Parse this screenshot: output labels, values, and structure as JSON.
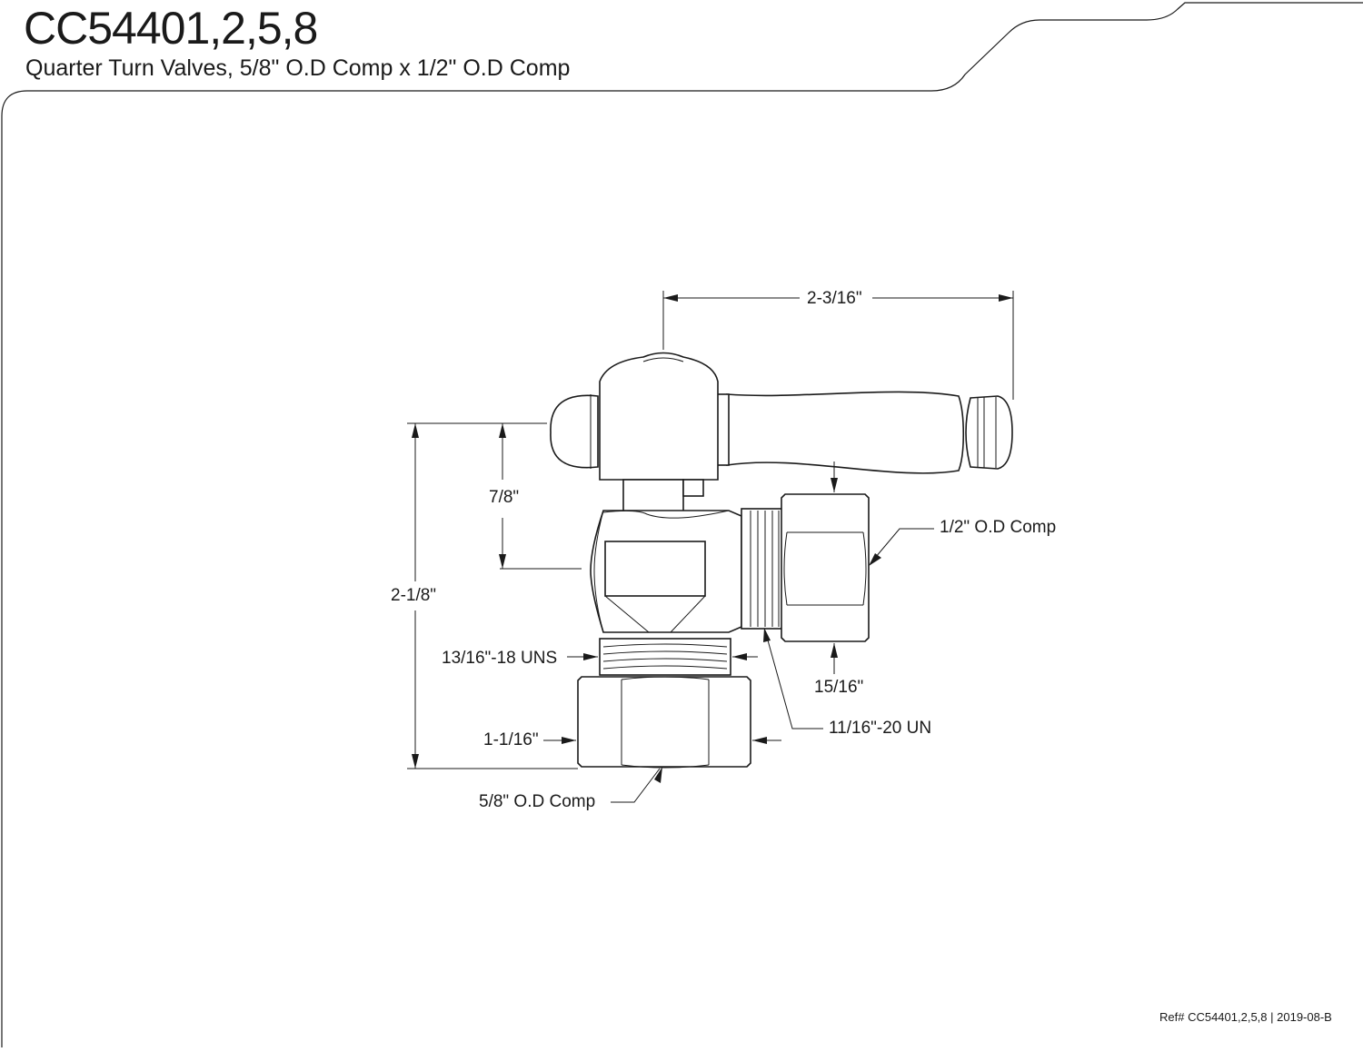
{
  "header": {
    "title": "CC54401,2,5,8",
    "subtitle": "Quarter Turn Valves, 5/8\" O.D Comp x 1/2\" O.D Comp"
  },
  "dimensions": {
    "overall_width": "2-3/16\"",
    "overall_height": "2-1/8\"",
    "handle_height": "7/8\"",
    "inlet_thread": "13/16\"-18 UNS",
    "inlet_nut_width": "1-1/16\"",
    "inlet_connection": "5/8\" O.D Comp",
    "outlet_connection": "1/2\" O.D Comp",
    "outlet_nut_width": "15/16\"",
    "outlet_thread": "11/16\"-20 UN"
  },
  "footer": {
    "reference": "Ref# CC54401,2,5,8 | 2019-08-B"
  }
}
